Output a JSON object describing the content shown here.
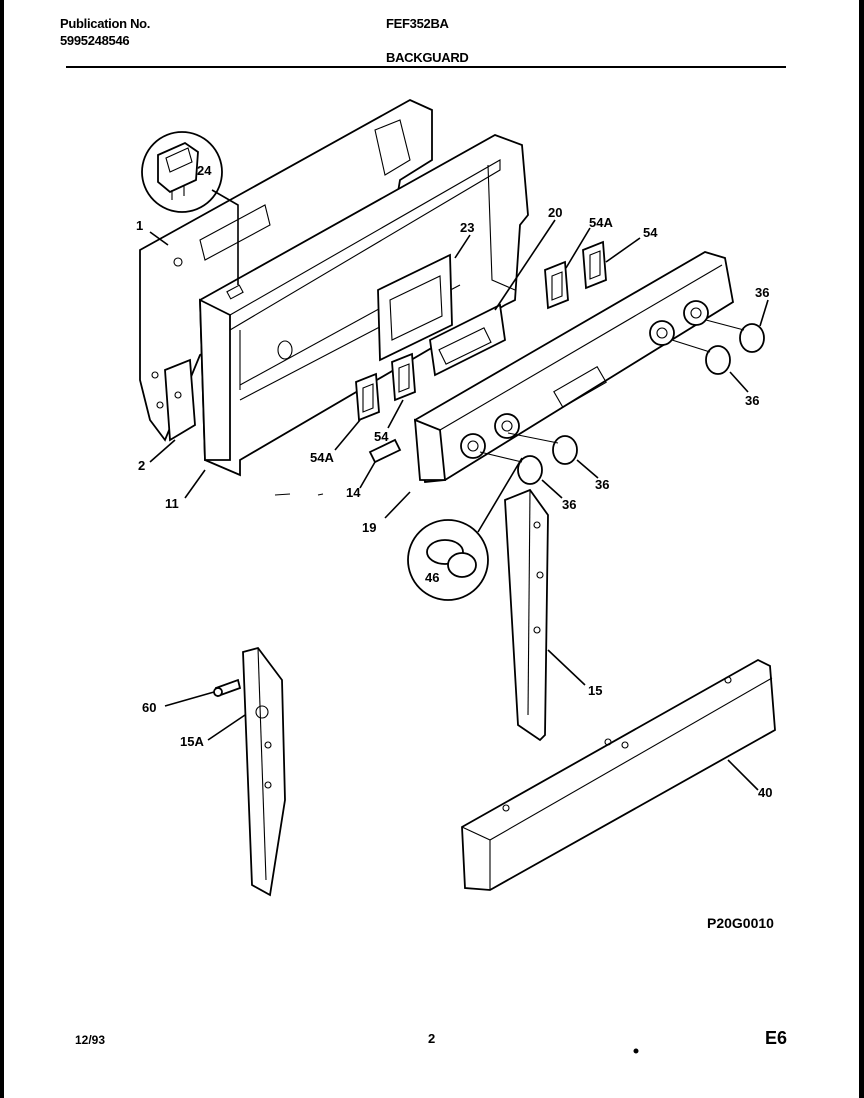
{
  "header": {
    "publication_label": "Publication No.",
    "publication_number": "5995248546",
    "model": "FEF352BA",
    "section": "BACKGUARD"
  },
  "callouts": {
    "c1": "1",
    "c2": "2",
    "c11": "11",
    "c14": "14",
    "c15": "15",
    "c15a": "15A",
    "c19": "19",
    "c20": "20",
    "c23": "23",
    "c24": "24",
    "c36a": "36",
    "c36b": "36",
    "c36c": "36",
    "c36d": "36",
    "c40": "40",
    "c46": "46",
    "c54a": "54",
    "c54b": "54",
    "c54aa": "54A",
    "c54ab": "54A",
    "c60": "60"
  },
  "drawing_code": "P20G0010",
  "footer": {
    "date": "12/93",
    "page": "2",
    "code": "E6"
  }
}
